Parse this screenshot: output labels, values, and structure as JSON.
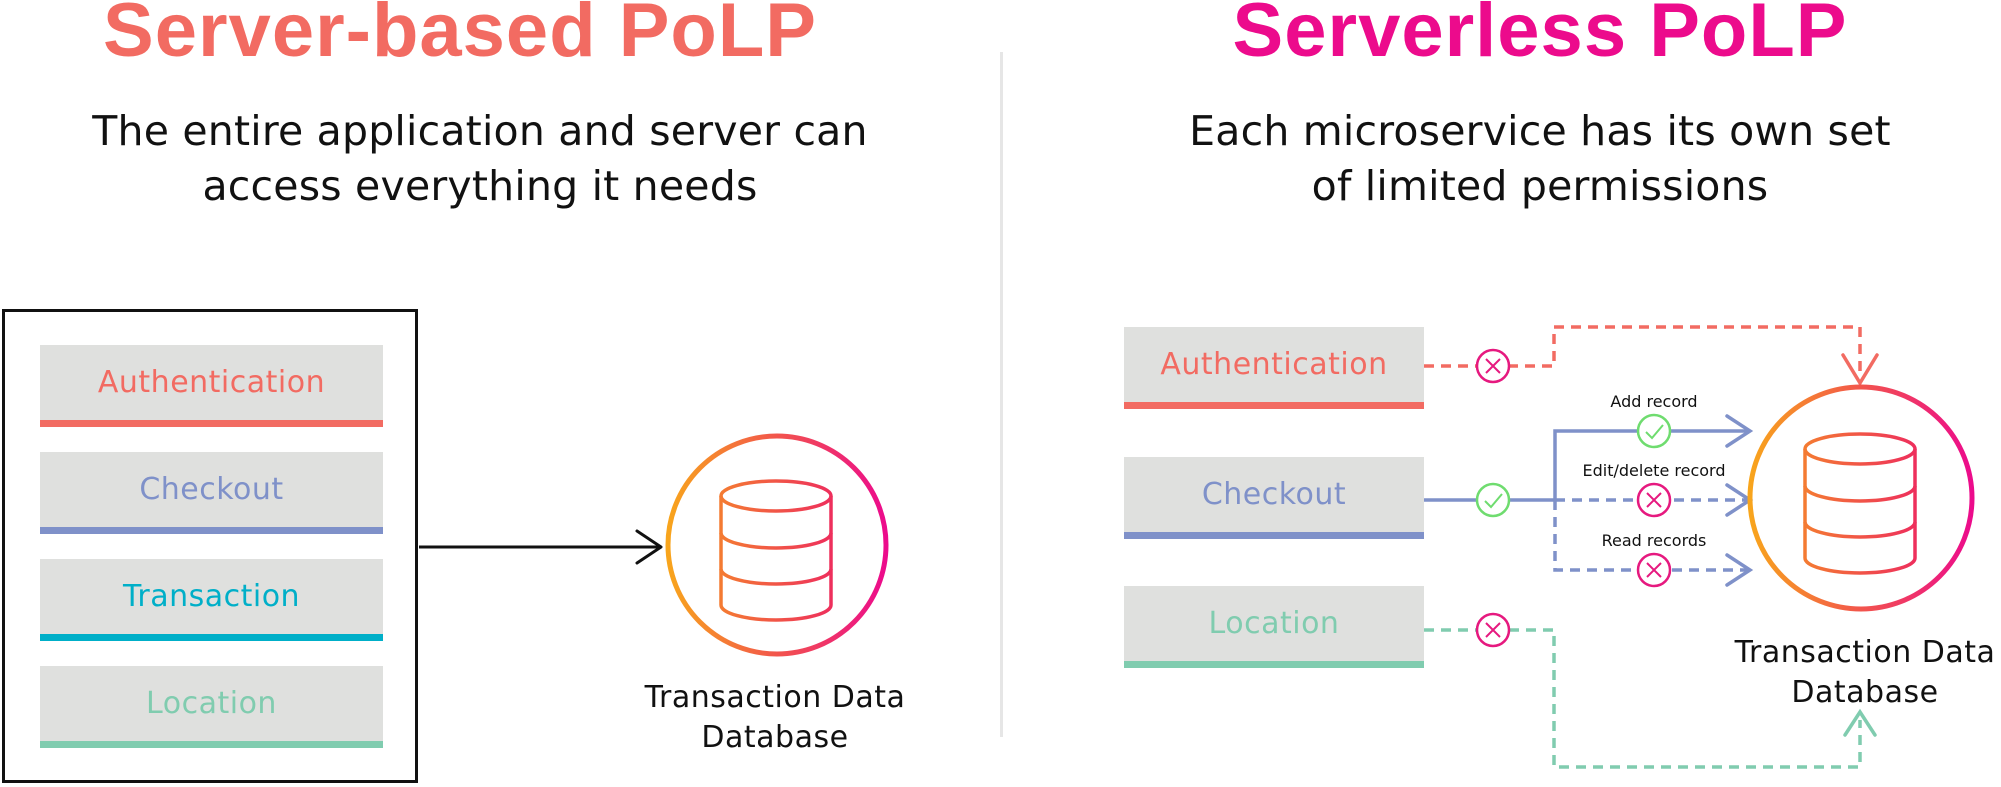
{
  "left": {
    "title": "Server-based PoLP",
    "subtitle_lines": [
      "The entire application and server can",
      "access everything it needs"
    ],
    "services": [
      {
        "label": "Authentication",
        "color": "#f26b62"
      },
      {
        "label": "Checkout",
        "color": "#7f91c9"
      },
      {
        "label": "Transaction",
        "color": "#00afc8"
      },
      {
        "label": "Location",
        "color": "#80ccaf"
      }
    ],
    "database": {
      "label_lines": [
        "Transaction Data",
        "Database"
      ],
      "icon": "database-icon"
    }
  },
  "right": {
    "title": "Serverless PoLP",
    "subtitle_lines": [
      "Each microservice has its own set",
      "of limited permissions"
    ],
    "services": [
      {
        "label": "Authentication",
        "color": "#f26b62",
        "access": "denied"
      },
      {
        "label": "Checkout",
        "color": "#7f91c9",
        "access": "allowed"
      },
      {
        "label": "Location",
        "color": "#80ccaf",
        "access": "denied"
      }
    ],
    "checkout_permissions": [
      {
        "label": "Add record",
        "status": "allowed"
      },
      {
        "label": "Edit/delete record",
        "status": "denied"
      },
      {
        "label": "Read records",
        "status": "denied"
      }
    ],
    "database": {
      "label_lines": [
        "Transaction Data",
        "Database"
      ],
      "icon": "database-icon"
    }
  },
  "colors": {
    "left_title": "#f26b62",
    "right_title": "#ec0b8c",
    "allowed": "#6fdc6f",
    "denied": "#e6197f",
    "service_bg": "#dfe0de",
    "ring_start": "#f8a51c",
    "ring_mid": "#f2554c",
    "ring_end": "#ec0b8c"
  }
}
